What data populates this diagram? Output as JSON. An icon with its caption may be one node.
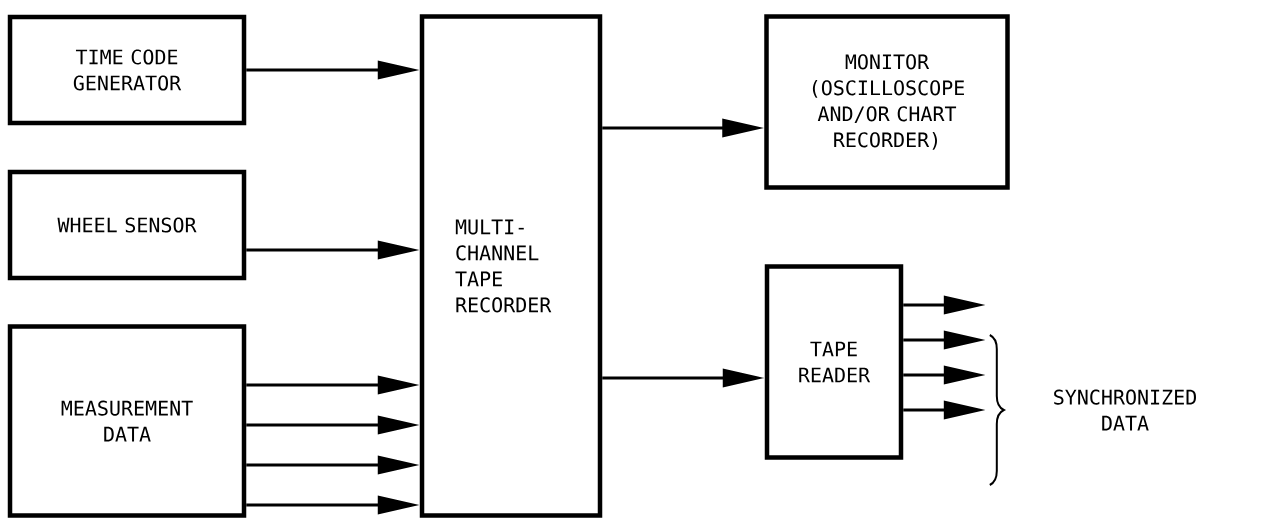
{
  "diagram": {
    "nodes": [
      {
        "text": [
          "TIME CODE GENERATOR"
        ]
      },
      {
        "text": [
          "WHEEL SENSOR"
        ]
      },
      {
        "text": [
          "MEASUREMENT DATA"
        ]
      },
      {
        "text": [
          "MULTI- CHANNEL TAPE RECORDER"
        ]
      },
      {
        "text": [
          "MONITOR (OSCILLOSCOPE AND/OR CHART RECORDER)"
        ]
      },
      {
        "text": [
          "TAPE READER"
        ]
      },
      {
        "text": [
          "SYNCHRONIZED DATA"
        ]
      }
    ],
    "edges": [
      {
        "from": 0,
        "to": 3,
        "arrow": "to"
      },
      {
        "from": 1,
        "to": 3,
        "arrow": "to"
      },
      {
        "from": 2,
        "to": 3,
        "arrow": "to"
      },
      {
        "from": 2,
        "to": 3,
        "arrow": "to"
      },
      {
        "from": 2,
        "to": 3,
        "arrow": "to"
      },
      {
        "from": 2,
        "to": 3,
        "arrow": "to"
      },
      {
        "from": 3,
        "to": 4,
        "arrow": "to"
      },
      {
        "from": 3,
        "to": 5,
        "arrow": "to"
      },
      {
        "from": 5,
        "to": 6,
        "arrow": "to"
      },
      {
        "from": 5,
        "to": 6,
        "arrow": "to"
      },
      {
        "from": 5,
        "to": 6,
        "arrow": "to"
      },
      {
        "from": 5,
        "to": 6,
        "arrow": "to"
      }
    ]
  }
}
